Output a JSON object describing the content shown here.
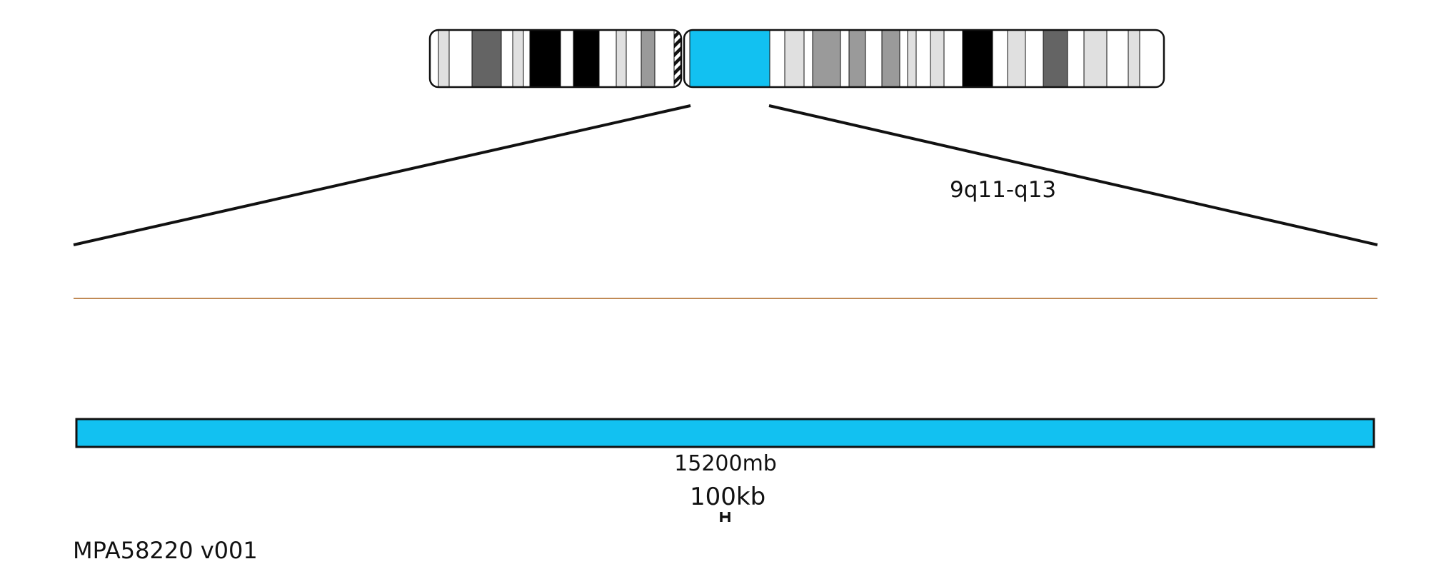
{
  "chromosome": {
    "bands": [
      {
        "stain": "#ffffff"
      },
      {
        "stain": "#e0e0e0"
      },
      {
        "stain": "#ffffff"
      },
      {
        "stain": "#646464"
      },
      {
        "stain": "#ffffff"
      },
      {
        "stain": "#e0e0e0"
      },
      {
        "stain": "#ffffff"
      },
      {
        "stain": "#000000"
      },
      {
        "stain": "#ffffff"
      },
      {
        "stain": "#000000"
      },
      {
        "stain": "#ffffff"
      },
      {
        "stain": "#e0e0e0"
      },
      {
        "stain": "#ffffff"
      },
      {
        "stain": "#9a9a9a"
      },
      {
        "stain": "#ffffff"
      },
      {
        "stain": "#hatched"
      },
      {
        "stain": "#12c1f1"
      },
      {
        "stain": "#ffffff"
      },
      {
        "stain": "#e0e0e0"
      },
      {
        "stain": "#ffffff"
      },
      {
        "stain": "#9a9a9a"
      },
      {
        "stain": "#ffffff"
      },
      {
        "stain": "#9a9a9a"
      },
      {
        "stain": "#ffffff"
      },
      {
        "stain": "#9a9a9a"
      },
      {
        "stain": "#ffffff"
      },
      {
        "stain": "#e0e0e0"
      },
      {
        "stain": "#ffffff"
      },
      {
        "stain": "#e0e0e0"
      },
      {
        "stain": "#ffffff"
      },
      {
        "stain": "#000000"
      },
      {
        "stain": "#ffffff"
      },
      {
        "stain": "#e0e0e0"
      },
      {
        "stain": "#ffffff"
      },
      {
        "stain": "#646464"
      },
      {
        "stain": "#ffffff"
      },
      {
        "stain": "#e0e0e0"
      },
      {
        "stain": "#ffffff"
      },
      {
        "stain": "#e0e0e0"
      },
      {
        "stain": "#ffffff"
      }
    ]
  },
  "colors": {
    "highlight": "#12c1f1",
    "outline": "#111111",
    "genome_line": "#c08a55"
  },
  "region_label": "9q11-q13",
  "probe_size_label": "15200mb",
  "scale_bar_label": "100kb",
  "probe_id": "MPA58220 v001"
}
